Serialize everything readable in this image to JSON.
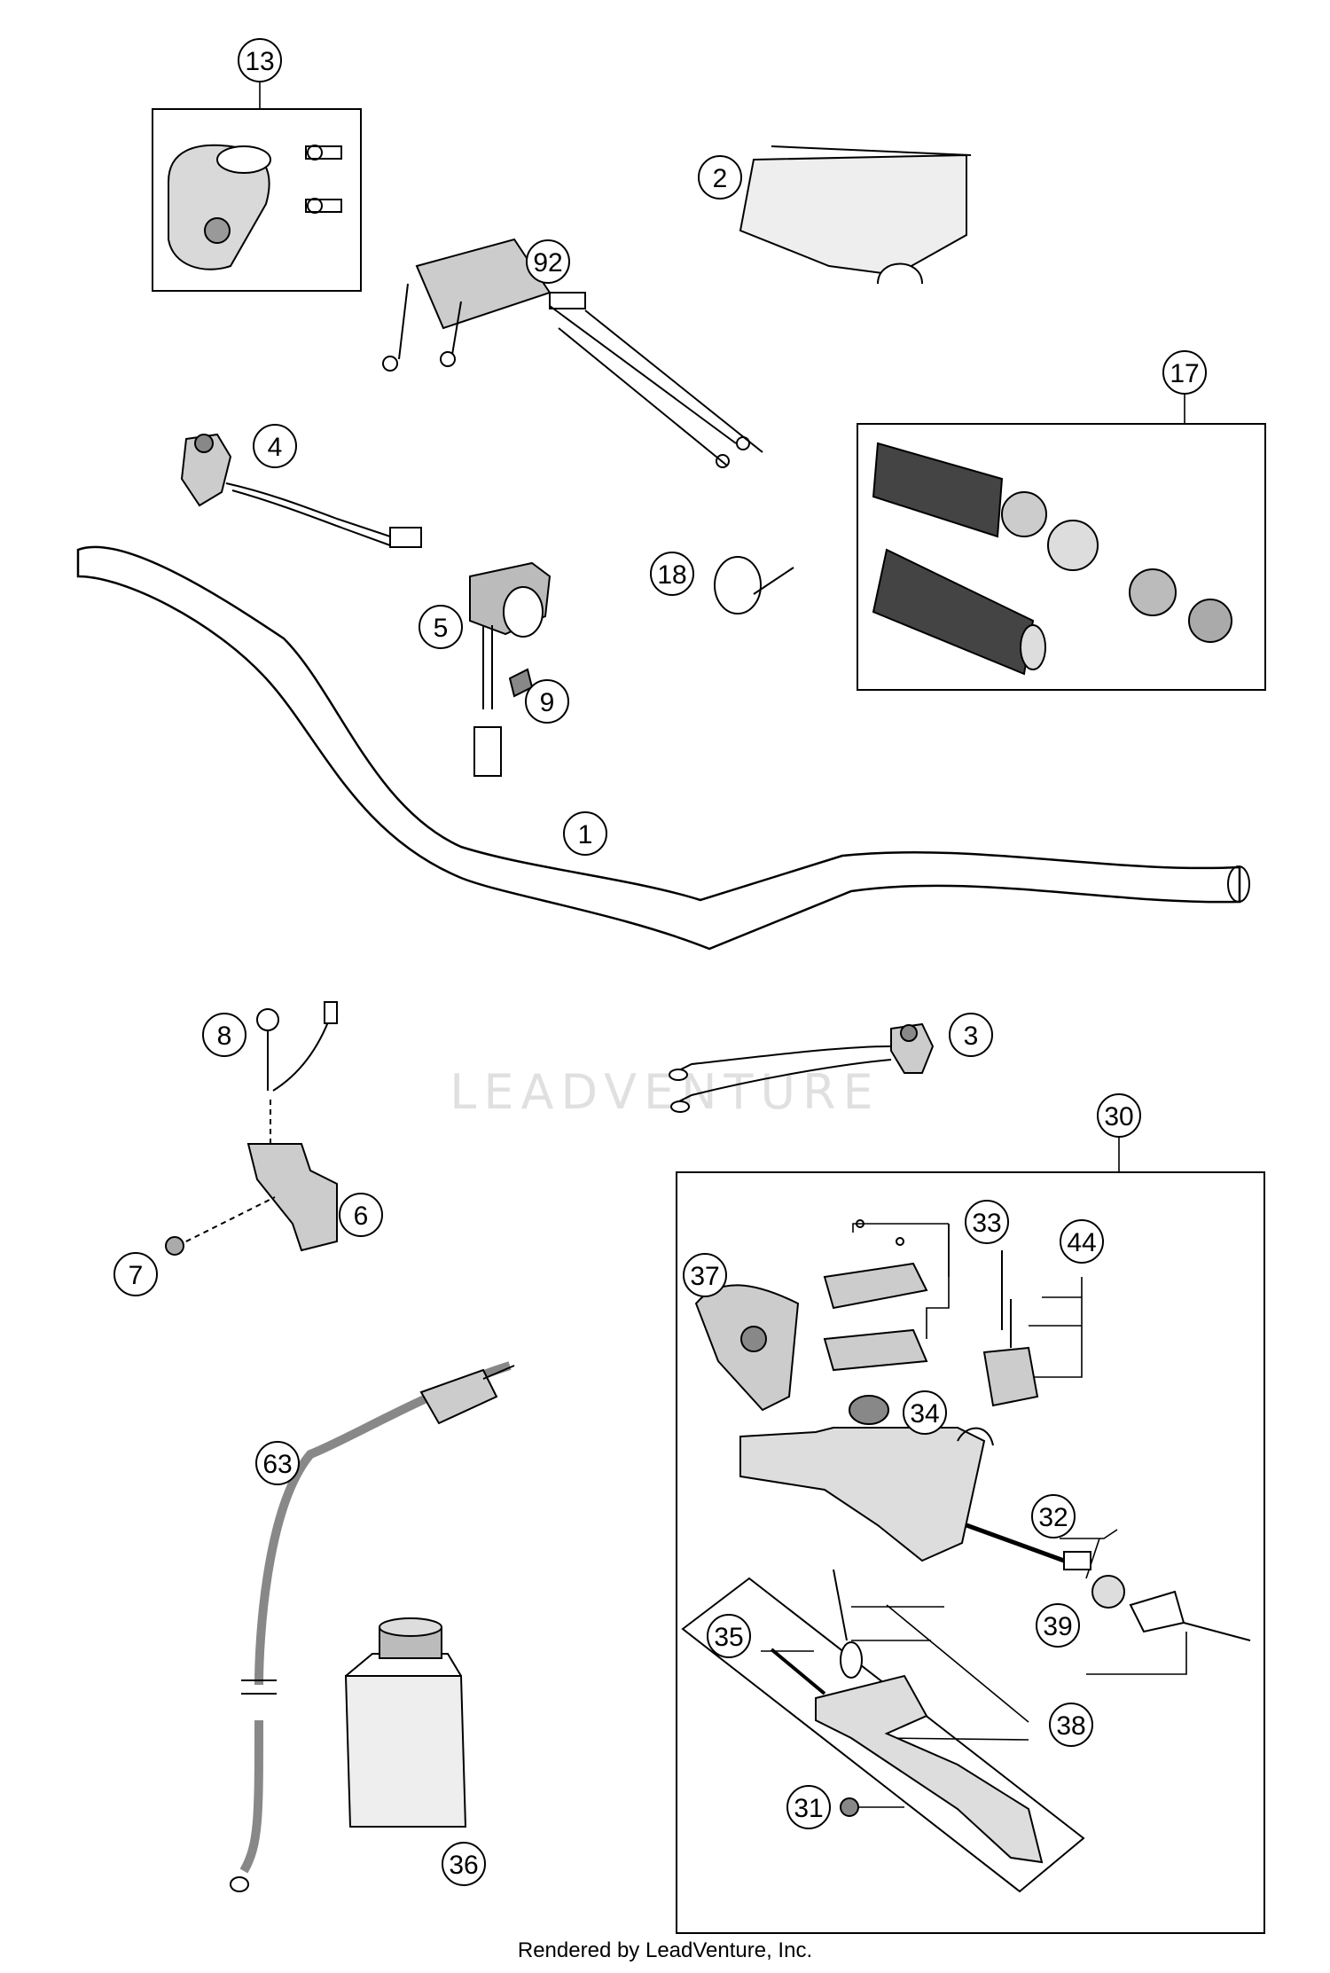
{
  "callouts": [
    {
      "label": "13"
    },
    {
      "label": "2"
    },
    {
      "label": "92"
    },
    {
      "label": "17"
    },
    {
      "label": "4"
    },
    {
      "label": "18"
    },
    {
      "label": "5"
    },
    {
      "label": "9"
    },
    {
      "label": "1"
    },
    {
      "label": "8"
    },
    {
      "label": "3"
    },
    {
      "label": "30"
    },
    {
      "label": "6"
    },
    {
      "label": "7"
    },
    {
      "label": "33"
    },
    {
      "label": "44"
    },
    {
      "label": "37"
    },
    {
      "label": "34"
    },
    {
      "label": "63"
    },
    {
      "label": "32"
    },
    {
      "label": "35"
    },
    {
      "label": "39"
    },
    {
      "label": "38"
    },
    {
      "label": "31"
    },
    {
      "label": "36"
    }
  ],
  "watermark": "LEADVENTURE",
  "footer": "Rendered by LeadVenture, Inc."
}
